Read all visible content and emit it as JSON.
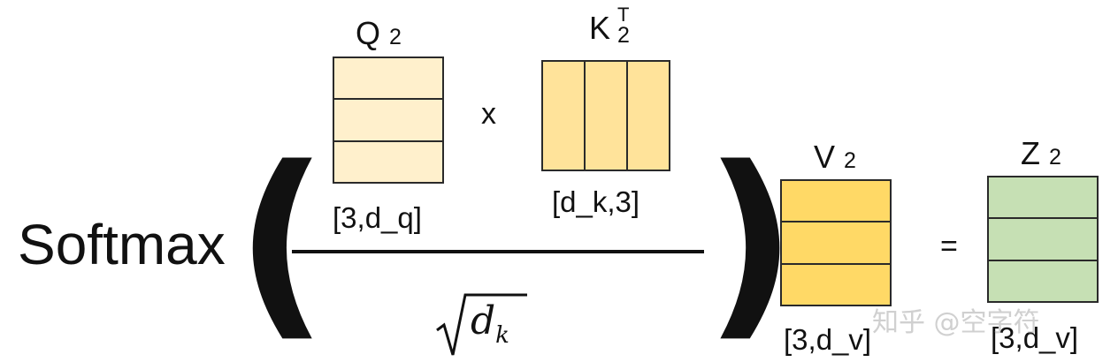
{
  "softmax_label": "Softmax",
  "open_paren": "(",
  "close_paren": ")",
  "q": {
    "name": "Q",
    "sub": "2",
    "dims": "[3,d_q]",
    "rows": 3,
    "fill": "#fff0cc"
  },
  "k": {
    "name": "K",
    "sub": "2",
    "sup": "T",
    "dims": "[d_k,3]",
    "cols": 3,
    "fill": "#ffe39a"
  },
  "multiply_op": "x",
  "equals_op": "=",
  "denominator": {
    "var": "d",
    "sub": "k"
  },
  "v": {
    "name": "V",
    "sub": "2",
    "dims": "[3,d_v]",
    "rows": 3,
    "fill": "#ffd966"
  },
  "z": {
    "name": "Z",
    "sub": "2",
    "dims": "[3,d_v]",
    "rows": 3,
    "fill": "#c6e0b4"
  },
  "watermark": "知乎 @空字符"
}
